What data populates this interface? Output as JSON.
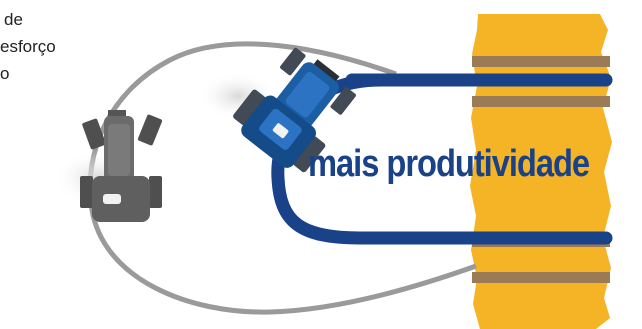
{
  "caption_lines": [
    "de",
    "esforço",
    "o"
  ],
  "headline": "mais produtividade",
  "colors": {
    "crop_yellow": "#f5b326",
    "soil_brown": "#9b7a56",
    "path_blue": "#1a4289",
    "loop_gray": "#9a9a9a",
    "tractor_gray": "#5f5f5f",
    "tractor_blue": "#1b5ea4"
  },
  "icons": [
    "gray-tractor-icon",
    "blue-tractor-icon"
  ]
}
